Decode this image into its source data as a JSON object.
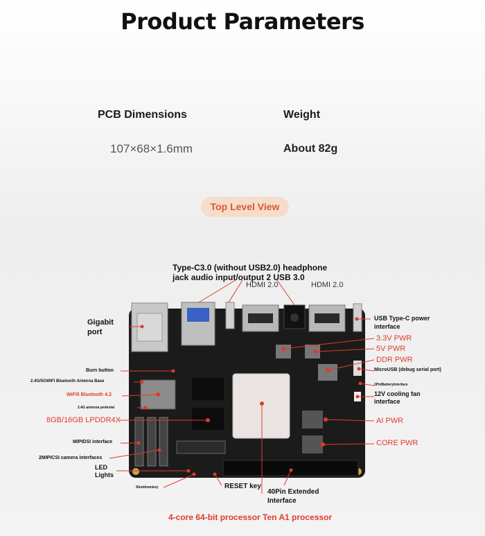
{
  "title": "Product Parameters",
  "specs": {
    "pcb_label": "PCB Dimensions",
    "pcb_value": "107×68×1.6mm",
    "weight_label": "Weight",
    "weight_value": "About 82g"
  },
  "section_tag": "Top Level View",
  "labels": {
    "typec_l1": "Type-C3.0 (without USB2.0) headphone",
    "typec_l2": "jack audio input/output 2 USB 3.0",
    "hdmi1": "HDMI 2.0",
    "hdmi2": "HDMI 2.0",
    "gigabit_l1": "Gigabit",
    "gigabit_l2": "port",
    "usbc_power_l1": "USB Type-C power",
    "usbc_power_l2": "interface",
    "pwr33": "3.3V PWR",
    "pwr5": "5V PWR",
    "ddr_pwr": "DDR PWR",
    "microusb": "MicroUSB (debug serial port)",
    "battery": "2PinBatteryInterface",
    "fan_l1": "12V cooling fan",
    "fan_l2": "interface",
    "ai_pwr": "AI PWR",
    "core_pwr": "CORE PWR",
    "burn_button": "Burn button",
    "antenna_base": "2.4G/5GWIFI Bluetooth Antenna Base",
    "wifi": "WiFi5 Bluetooth 4.2",
    "antenna_pedestal": "2.4G antenna pedestal",
    "lpddr": "8GB/16GB LPDDR4X",
    "mipi_dsi": "MIPIDSI interface",
    "mipi_csi": "2MIPICSI camera interfaces",
    "led_l1": "LED",
    "led_l2": "Lights",
    "shutdown": "Shutdownkey",
    "reset": "RESET key",
    "pin40_l1": "40Pin Extended",
    "pin40_l2": "Interface",
    "processor": "4-core 64-bit processor Ten A1 processor"
  },
  "colors": {
    "accent": "#e03b2b",
    "pill_bg": "#f5dccb",
    "board": "#1b1b1b"
  }
}
